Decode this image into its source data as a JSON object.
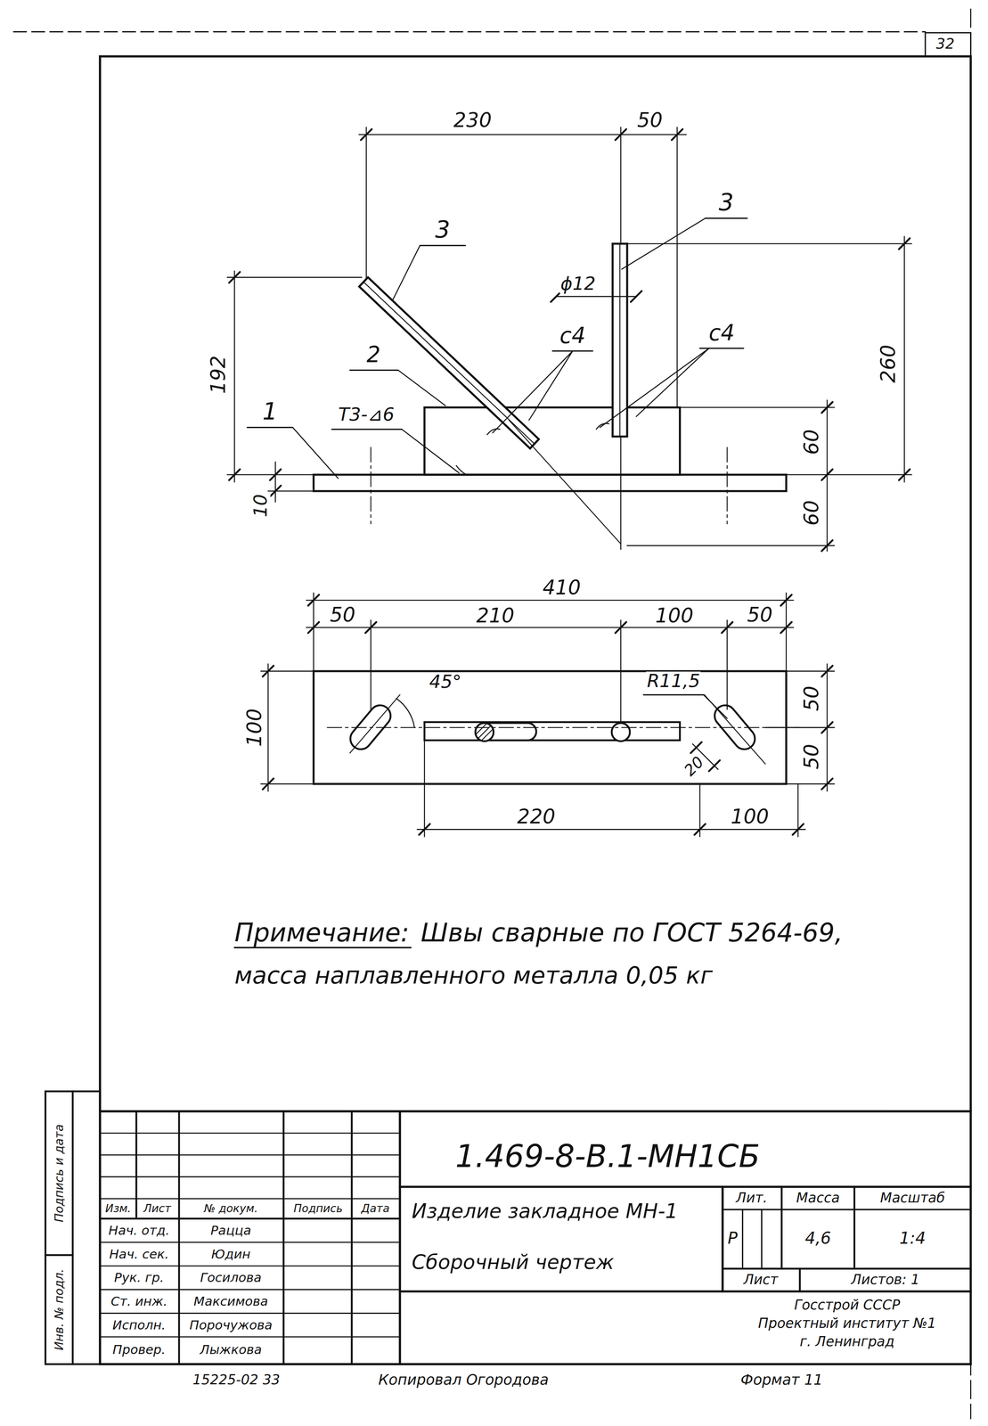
{
  "diagram": {
    "labels": [
      "32",
      "230",
      "50",
      "3",
      "3",
      "192",
      "ϕ12",
      "с4",
      "2",
      "с4",
      "1",
      "Т3-⊿6",
      "260",
      "60",
      "10",
      "60",
      "410",
      "50",
      "210",
      "100",
      "50",
      "45°",
      "R11,5",
      "100",
      "50",
      "50",
      "20",
      "220",
      "100",
      "Примечание:",
      "Швы сварные по ГОСТ 5264-69,",
      "масса наплавленного металла 0,05 кг",
      "1.469-8-В.1-МН1СБ",
      "Изделие закладное МН-1",
      "Сборочный чертеж",
      "Лит.",
      "Масса",
      "Масштаб",
      "Р",
      "4,6",
      "1:4",
      "Лист",
      "Листов: 1",
      "Госстрой СССР",
      "Проектный институт №1",
      "г. Ленинград",
      "Изм.",
      "Лист",
      "№ докум.",
      "Подпись",
      "Дата",
      "Нач. отд.",
      "Рацца",
      "Нач. сек.",
      "Юдин",
      "Рук. гр.",
      "Госилова",
      "Ст. инж.",
      "Максимова",
      "Исполн.",
      "Порочужова",
      "Провер.",
      "Лыжкова",
      "Инв. № подл.",
      "Подпись и дата",
      "15225-02 33",
      "Копировал Огородова",
      "Формат 11"
    ]
  }
}
